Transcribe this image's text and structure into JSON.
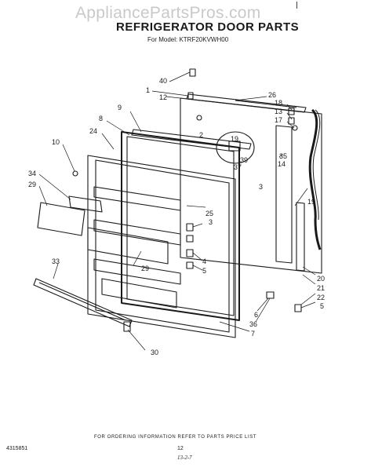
{
  "watermark": "AppliancePartsPros.com",
  "title": "REFRIGERATOR DOOR PARTS",
  "model_line": "For Model: KTRF20KVWH00",
  "footer_note": "FOR ORDERING INFORMATION REFER TO PARTS PRICE LIST",
  "part_code": "4315851",
  "page_number": "12",
  "date_mark": "13-2-7",
  "callouts": [
    "40",
    "1",
    "12",
    "26",
    "18",
    "13",
    "17",
    "35",
    "14",
    "19",
    "39",
    "37",
    "2",
    "9",
    "8",
    "24",
    "10",
    "34",
    "29",
    "25",
    "3",
    "4",
    "5",
    "33",
    "30",
    "6",
    "36",
    "7",
    "20",
    "21",
    "22"
  ]
}
